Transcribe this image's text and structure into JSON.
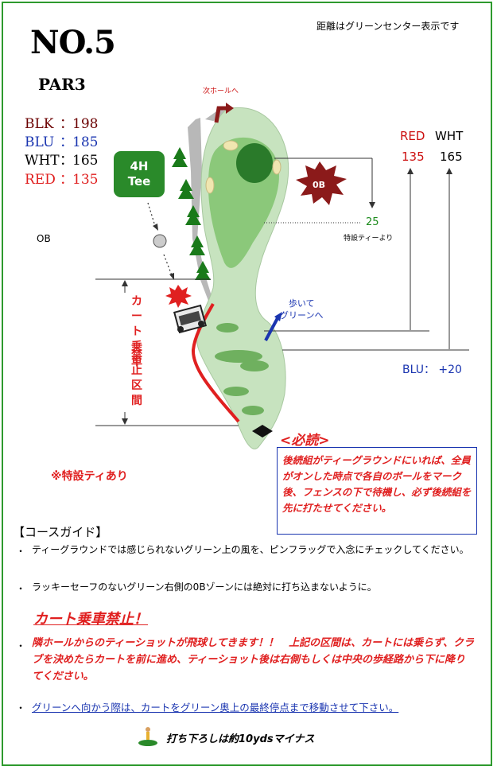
{
  "header": {
    "hole": "NO.5",
    "par": "PAR3",
    "distance_note": "距離はグリーンセンター表示です"
  },
  "yardages": [
    {
      "tee": "BLK",
      "value": "198",
      "color": "#6b0000"
    },
    {
      "tee": "BLU",
      "value": "185",
      "color": "#1a35b0"
    },
    {
      "tee": "WHT",
      "value": "165",
      "color": "#000000"
    },
    {
      "tee": "RED",
      "value": "135",
      "color": "#e02020"
    }
  ],
  "colon": "：",
  "map": {
    "tee_badge_line1": "4H",
    "tee_badge_line2": "Tee",
    "ob_left": "OB",
    "ob_burst": "0B",
    "next_hole": "次ホールへ",
    "cart_vertical_1": [
      "カ",
      "ー",
      "ト",
      "乗",
      "車"
    ],
    "cart_vertical_2": [
      "禁",
      "止",
      "区",
      "間"
    ],
    "red_header": "RED",
    "wht_header": "WHT",
    "red_value": "135",
    "wht_value": "165",
    "blu_bonus": "BLU： +20",
    "walk_line1": "歩いて",
    "walk_line2": "グリーンへ",
    "dist_25": "25",
    "dist_25_label": "特設ティーより",
    "special_tee": "※特設ティあり",
    "must_read": "<必読>"
  },
  "notice": "後続組がティーグラウンドにいれば、全員がオンした時点で各自のボールをマーク後、フェンスの下で待機し、必ず後続組を先に打たせてください。",
  "guide": {
    "title": "【コースガイド】",
    "bullet": "・",
    "items": [
      "ティーグラウンドでは感じられないグリーン上の風を、ピンフラッグで入念にチェックしてください。",
      "ラッキーセーフのないグリーン右側の0Bゾーンには絶対に打ち込まないように。"
    ],
    "cart_ban": "カート乗車禁止！",
    "warning": "隣ホールからのティーショットが飛球してきます！！　上記の区間は、カートには乗らず、クラブを決めたらカートを前に進め、ティーショット後は右側もしくは中央の歩経路から下に降りてください。",
    "link": "グリーンへ向かう際は、カートをグリーン奥上の最終停点まで移動させて下さい。",
    "bottom_note": "打ち下ろしは約10ydsマイナス"
  },
  "colors": {
    "fairway": "#c7e3bf",
    "green": "#8bc87a",
    "frame": "#2e9a2e",
    "cart_path": "#e02020",
    "notice_border": "#1a35b0"
  }
}
